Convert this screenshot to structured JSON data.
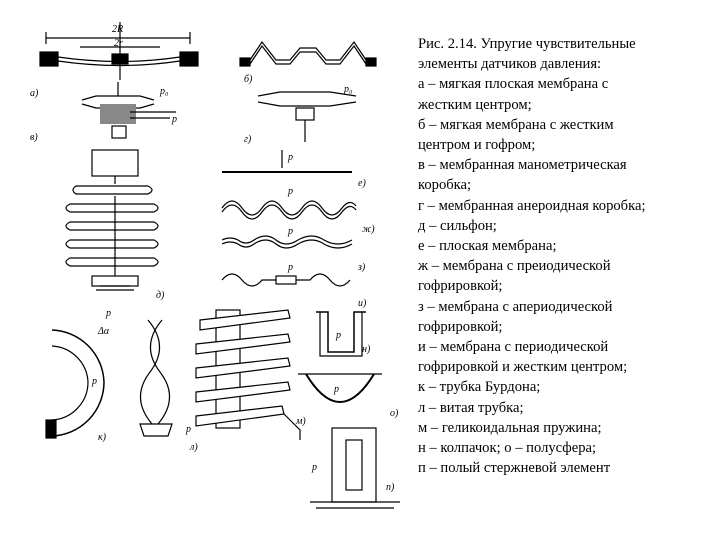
{
  "caption": {
    "title": "Рис. 2.14. Упругие чувствительные элементы датчиков давления:",
    "lines": [
      "Рис. 2.14. Упругие чувствительные",
      "элементы датчиков давления:",
      "а – мягкая плоская мембрана с",
      "жестким центром;",
      "б – мягкая мембрана с жестким",
      "центром и гофром;",
      "в – мембранная манометрическая",
      "коробка;",
      "г – мембранная анероидная коробка;",
      "д – сильфон;",
      "е – плоская мембрана;",
      "ж – мембрана с преиодической",
      "гофрировкой;",
      "з – мембрана с апериодической",
      "гофрировкой;",
      "и – мембрана с периодической",
      "гофрировкой и жестким центром;",
      "к – трубка Бурдона;",
      "л – витая трубка;",
      "м – геликоидальная пружина;",
      "н – колпачок; о – полусфера;",
      "п – полый стержневой элемент"
    ]
  },
  "figure": {
    "dim_2R": "2R",
    "dim_2r": "2r",
    "p0": "p₀",
    "p": "p",
    "delta_alpha": "Δα",
    "labels": {
      "a": "а)",
      "b": "б)",
      "v": "в)",
      "g": "г)",
      "d": "д)",
      "e": "е)",
      "zh": "ж)",
      "z": "з)",
      "i": "и)",
      "k": "к)",
      "l": "л)",
      "m": "м)",
      "n": "н)",
      "o": "о)",
      "p": "п)"
    }
  }
}
